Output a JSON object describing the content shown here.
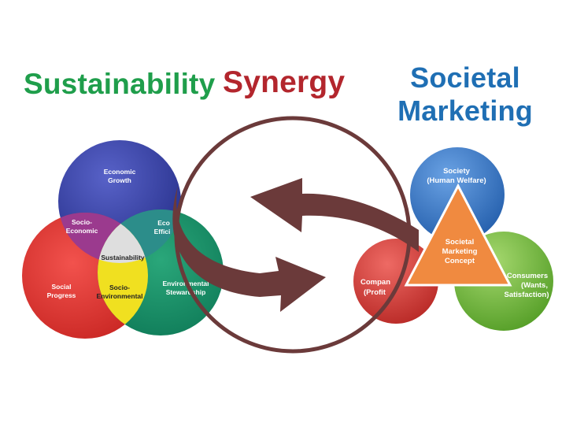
{
  "headings": {
    "sustainability": "Sustainability",
    "synergy": "Synergy",
    "societal_line1": "Societal",
    "societal_line2": "Marketing"
  },
  "sustainability_venn": {
    "economic_growth": [
      "Economic",
      "Growth"
    ],
    "social_progress": [
      "Social",
      "Progress"
    ],
    "environmental_stewardship": [
      "Environmental",
      "Stewardship"
    ],
    "economic_efficiency": [
      "Eco",
      "Effici"
    ],
    "socio_economic": [
      "Socio-",
      "Economic"
    ],
    "socio_environmental": [
      "Socio-",
      "Environmental"
    ],
    "center": "Sustainability"
  },
  "societal_marketing_diagram": {
    "society": [
      "Society",
      "(Human Welfare)"
    ],
    "company": [
      "Compan",
      "(Profit"
    ],
    "consumers": [
      "Consumers",
      "(Wants,",
      "Satisfaction)"
    ],
    "concept": [
      "Societal",
      "Marketing",
      "Concept"
    ]
  },
  "colors": {
    "sustainability_heading": "#1f9e4b",
    "synergy_heading": "#b3262d",
    "societal_heading": "#1f6fb4",
    "arrow": "#6b3a3a",
    "economic_circle": "#2f3b9b",
    "social_circle": "#e2332f",
    "environmental_circle": "#0f8b62",
    "socio_economic": "#9b3a8e",
    "socio_environmental": "#f0e020",
    "sustainability_center": "#dcdcdc",
    "society_circle": "#2f6fc4",
    "company_circle": "#d63a36",
    "consumers_circle": "#6cb43a",
    "concept_triangle": "#f08a40"
  }
}
